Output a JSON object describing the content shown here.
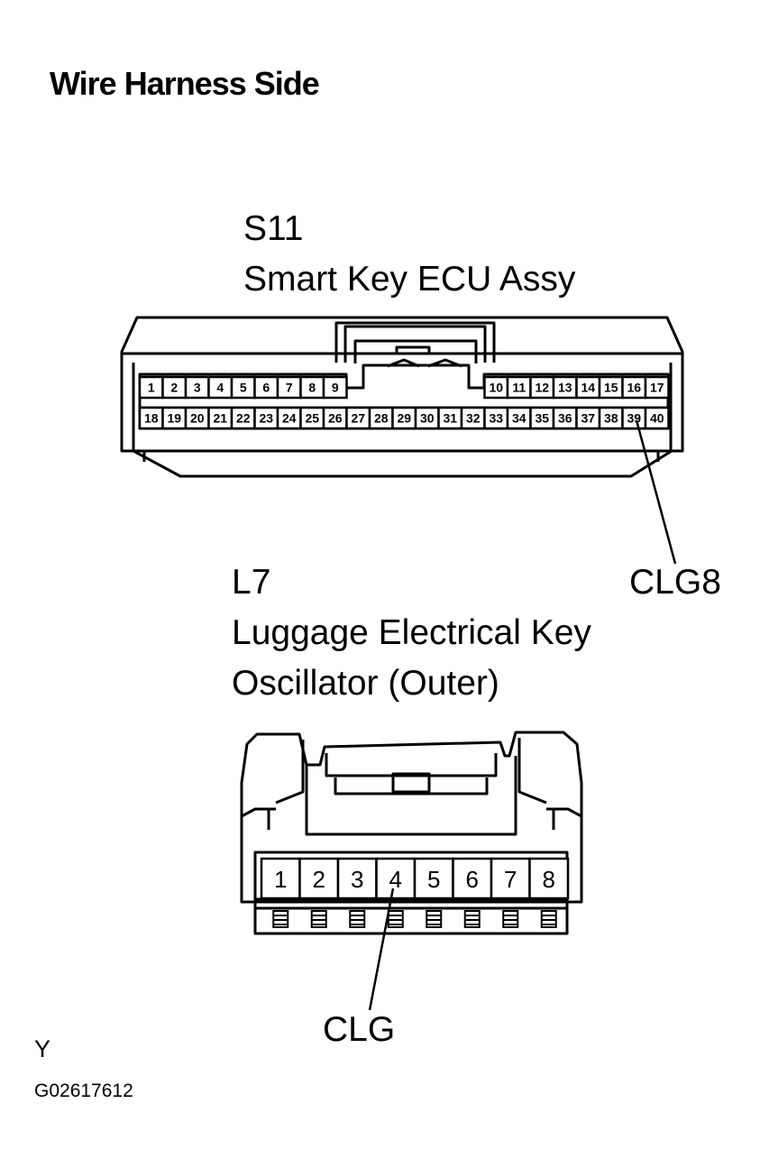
{
  "header": {
    "title": "Wire Harness Side"
  },
  "connector_s11": {
    "code": "S11",
    "name": "Smart Key ECU Assy",
    "row1": [
      "1",
      "2",
      "3",
      "4",
      "5",
      "6",
      "7",
      "8",
      "9",
      "10",
      "11",
      "12",
      "13",
      "14",
      "15",
      "16",
      "17"
    ],
    "row2": [
      "18",
      "19",
      "20",
      "21",
      "22",
      "23",
      "24",
      "25",
      "26",
      "27",
      "28",
      "29",
      "30",
      "31",
      "32",
      "33",
      "34",
      "35",
      "36",
      "37",
      "38",
      "39",
      "40"
    ],
    "callout": "CLG8"
  },
  "connector_l7": {
    "code": "L7",
    "name_line1": "Luggage Electrical Key",
    "name_line2": "Oscillator (Outer)",
    "pins": [
      "1",
      "2",
      "3",
      "4",
      "5",
      "6",
      "7",
      "8"
    ],
    "callout": "CLG"
  },
  "footer": {
    "letter": "Y",
    "figure_id": "G02617612"
  }
}
